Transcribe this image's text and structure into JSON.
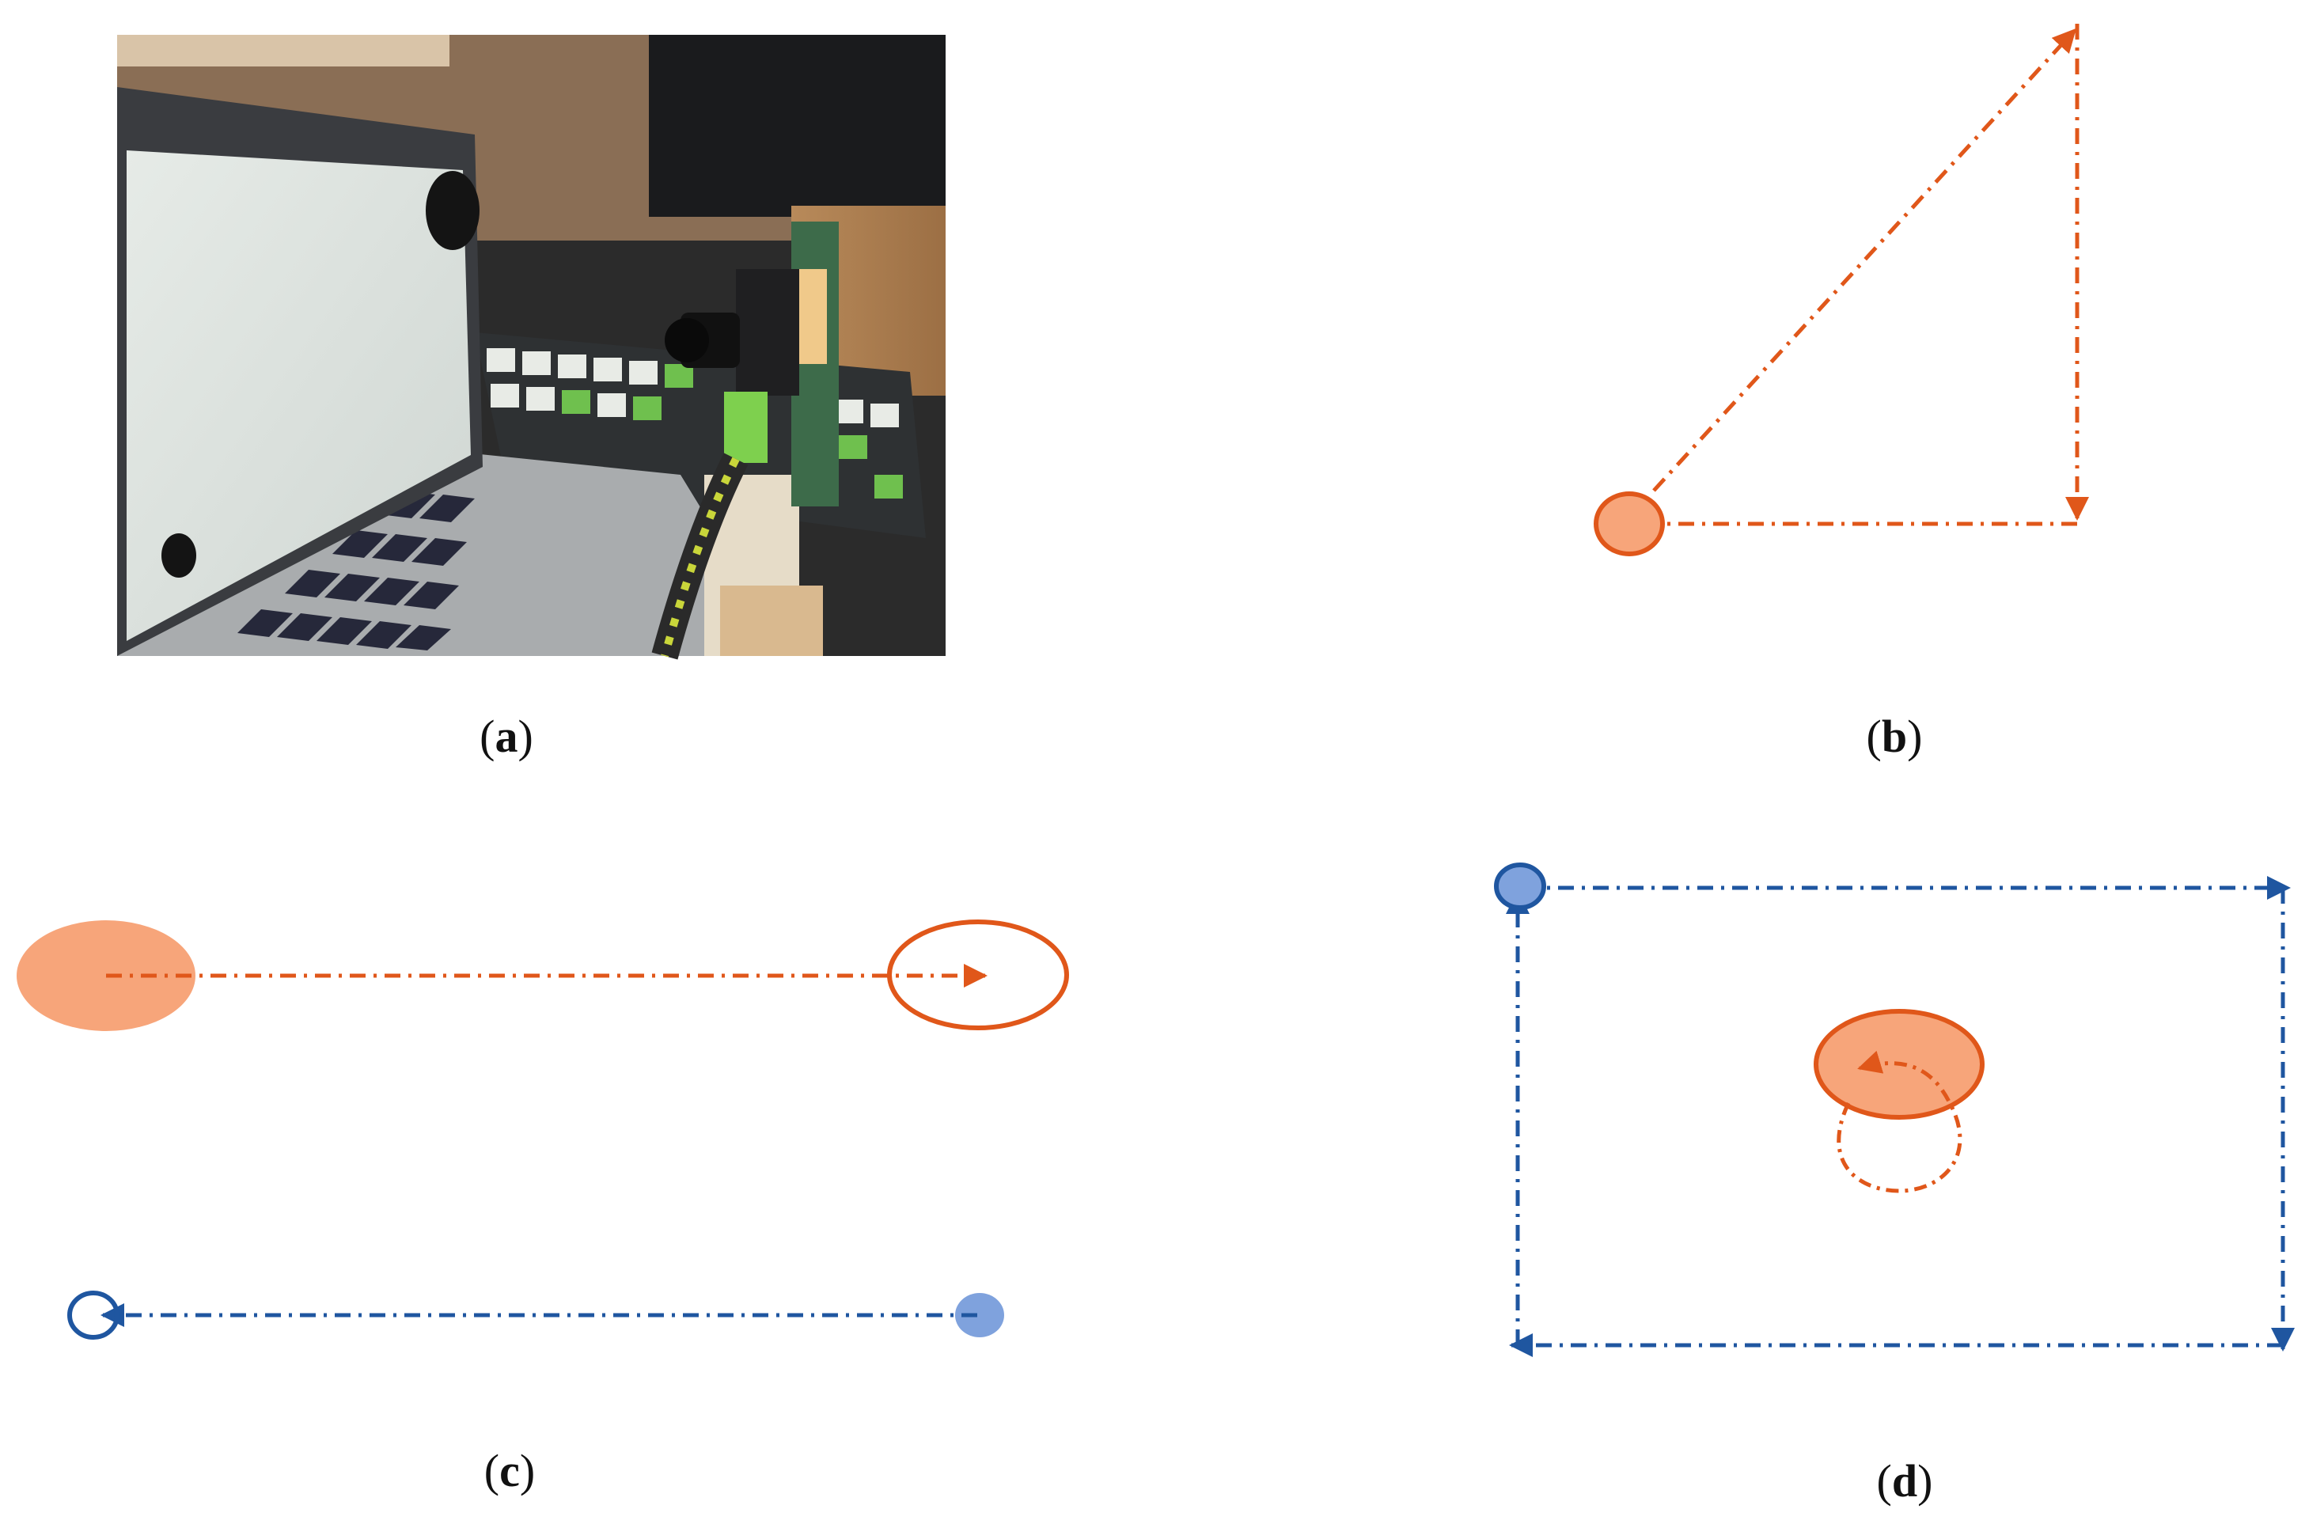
{
  "panels": {
    "a": {
      "caption_open": "(",
      "caption_letter": "a",
      "caption_close": ")"
    },
    "b": {
      "caption_open": "(",
      "caption_letter": "b",
      "caption_close": ")"
    },
    "c": {
      "caption_open": "(",
      "caption_letter": "c",
      "caption_close": ")"
    },
    "d": {
      "caption_open": "(",
      "caption_letter": "d",
      "caption_close": ")"
    }
  },
  "colors": {
    "orange": "#e0571a",
    "orange_fill": "#f7a57a",
    "blue": "#1f56a0",
    "blue_fill": "#7fa2dd",
    "caption": "#111111"
  }
}
